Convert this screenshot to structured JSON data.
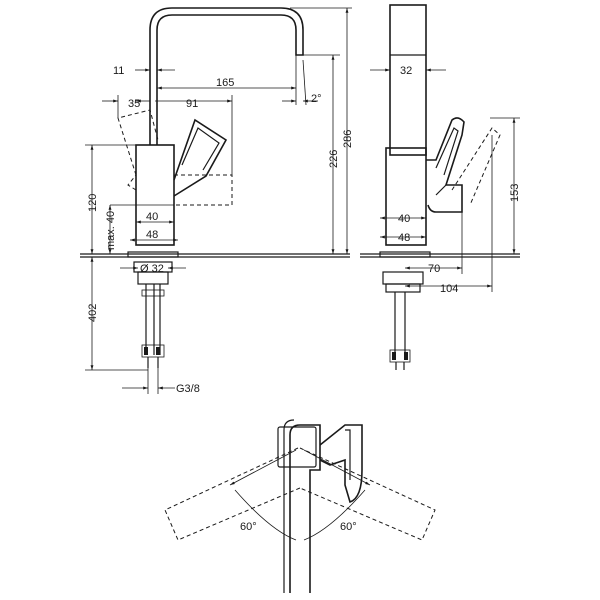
{
  "front": {
    "d11": "11",
    "d165": "165",
    "d2deg": "2°",
    "d35": "35",
    "d91": "91",
    "d120": "120",
    "dmax40": "max. 40",
    "d40": "40",
    "d48": "48",
    "d32dia": "Ø 32",
    "d402": "402",
    "g38": "G3/8",
    "d226": "226",
    "d286": "286"
  },
  "side": {
    "d32": "32",
    "d40": "40",
    "d48": "48",
    "d70": "70",
    "d104": "104",
    "d153": "153"
  },
  "top": {
    "a60left": "60°",
    "a60right": "60°"
  }
}
